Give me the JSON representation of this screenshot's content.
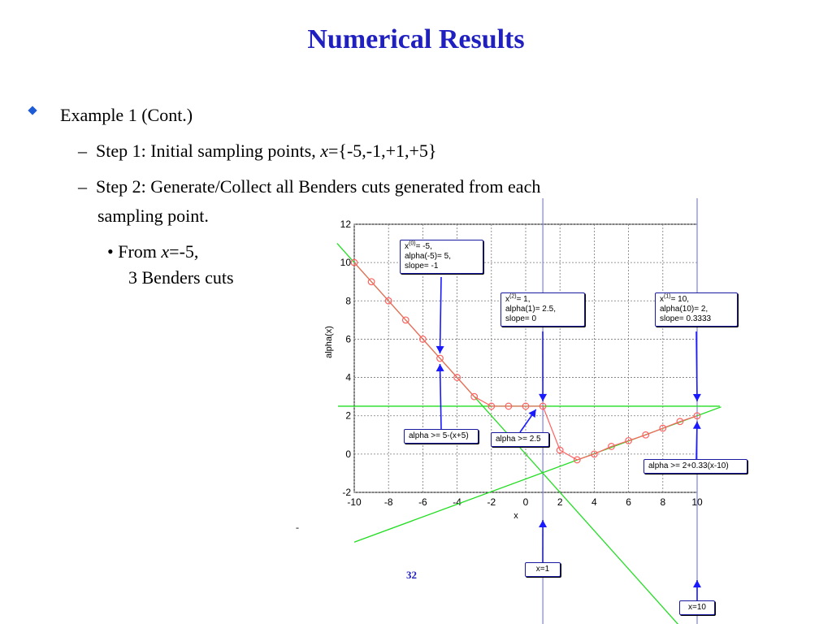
{
  "slide": {
    "title": "Numerical Results",
    "bullet1": "Example 1 (Cont.)",
    "step1_prefix": "Step 1: Initial sampling points, ",
    "step1_var": "x",
    "step1_suffix": "={-5,-1,+1,+5}",
    "step2_line1": "Step 2: Generate/Collect all Benders cuts generated from each",
    "step2_line2": "sampling point.",
    "sub_prefix": "From ",
    "sub_var": "x",
    "sub_suffix": "=-5,",
    "sub_line2": "3 Benders cuts",
    "page_number": "32",
    "stray_mark": "-"
  },
  "chart_data": {
    "type": "line",
    "xlabel": "x",
    "ylabel": "alpha(x)",
    "xlim": [
      -10,
      10
    ],
    "ylim": [
      -2,
      12
    ],
    "xticks": [
      -10,
      -8,
      -6,
      -4,
      -2,
      0,
      2,
      4,
      6,
      8,
      10
    ],
    "yticks": [
      -2,
      0,
      2,
      4,
      6,
      8,
      10,
      12
    ],
    "grid": true,
    "series": [
      {
        "x": [
          -10,
          -9,
          -8,
          -7,
          -6,
          -5,
          -4,
          -3,
          -2,
          -1,
          0,
          1,
          2,
          3,
          4,
          5,
          6,
          7,
          8,
          9,
          10
        ],
        "values": [
          10,
          9,
          8,
          7,
          6,
          5,
          4,
          3,
          2.5,
          2.5,
          2.5,
          2.5,
          0.2,
          -0.3,
          0,
          0.4,
          0.7,
          1,
          1.35,
          1.7,
          2
        ],
        "color": "#ff6060",
        "marker": "circle"
      }
    ],
    "cuts": [
      {
        "label": "alpha >= 5-(x+5)",
        "color": "#22dd22"
      },
      {
        "label": "alpha >= 2.5",
        "color": "#22dd22"
      },
      {
        "label": "alpha >= 2+0.33(x-10)",
        "color": "#22dd22"
      }
    ],
    "vlines": [
      {
        "x": 1,
        "label": "x=1",
        "color": "#8080e0"
      },
      {
        "x": 10,
        "label": "x=10",
        "color": "#8080e0"
      }
    ],
    "annotations": [
      {
        "var": "x",
        "sup": "(0)",
        "rest": "= -5,",
        "line2": "alpha(-5)= 5,",
        "line3": "slope= -1"
      },
      {
        "var": "x",
        "sup": "(2)",
        "rest": "= 1,",
        "line2": "alpha(1)= 2.5,",
        "line3": "slope= 0"
      },
      {
        "var": "x",
        "sup": "(1)",
        "rest": "= 10,",
        "line2": "alpha(10)= 2,",
        "line3": "slope= 0.3333"
      }
    ],
    "arrow_color": "#1a1aff"
  }
}
